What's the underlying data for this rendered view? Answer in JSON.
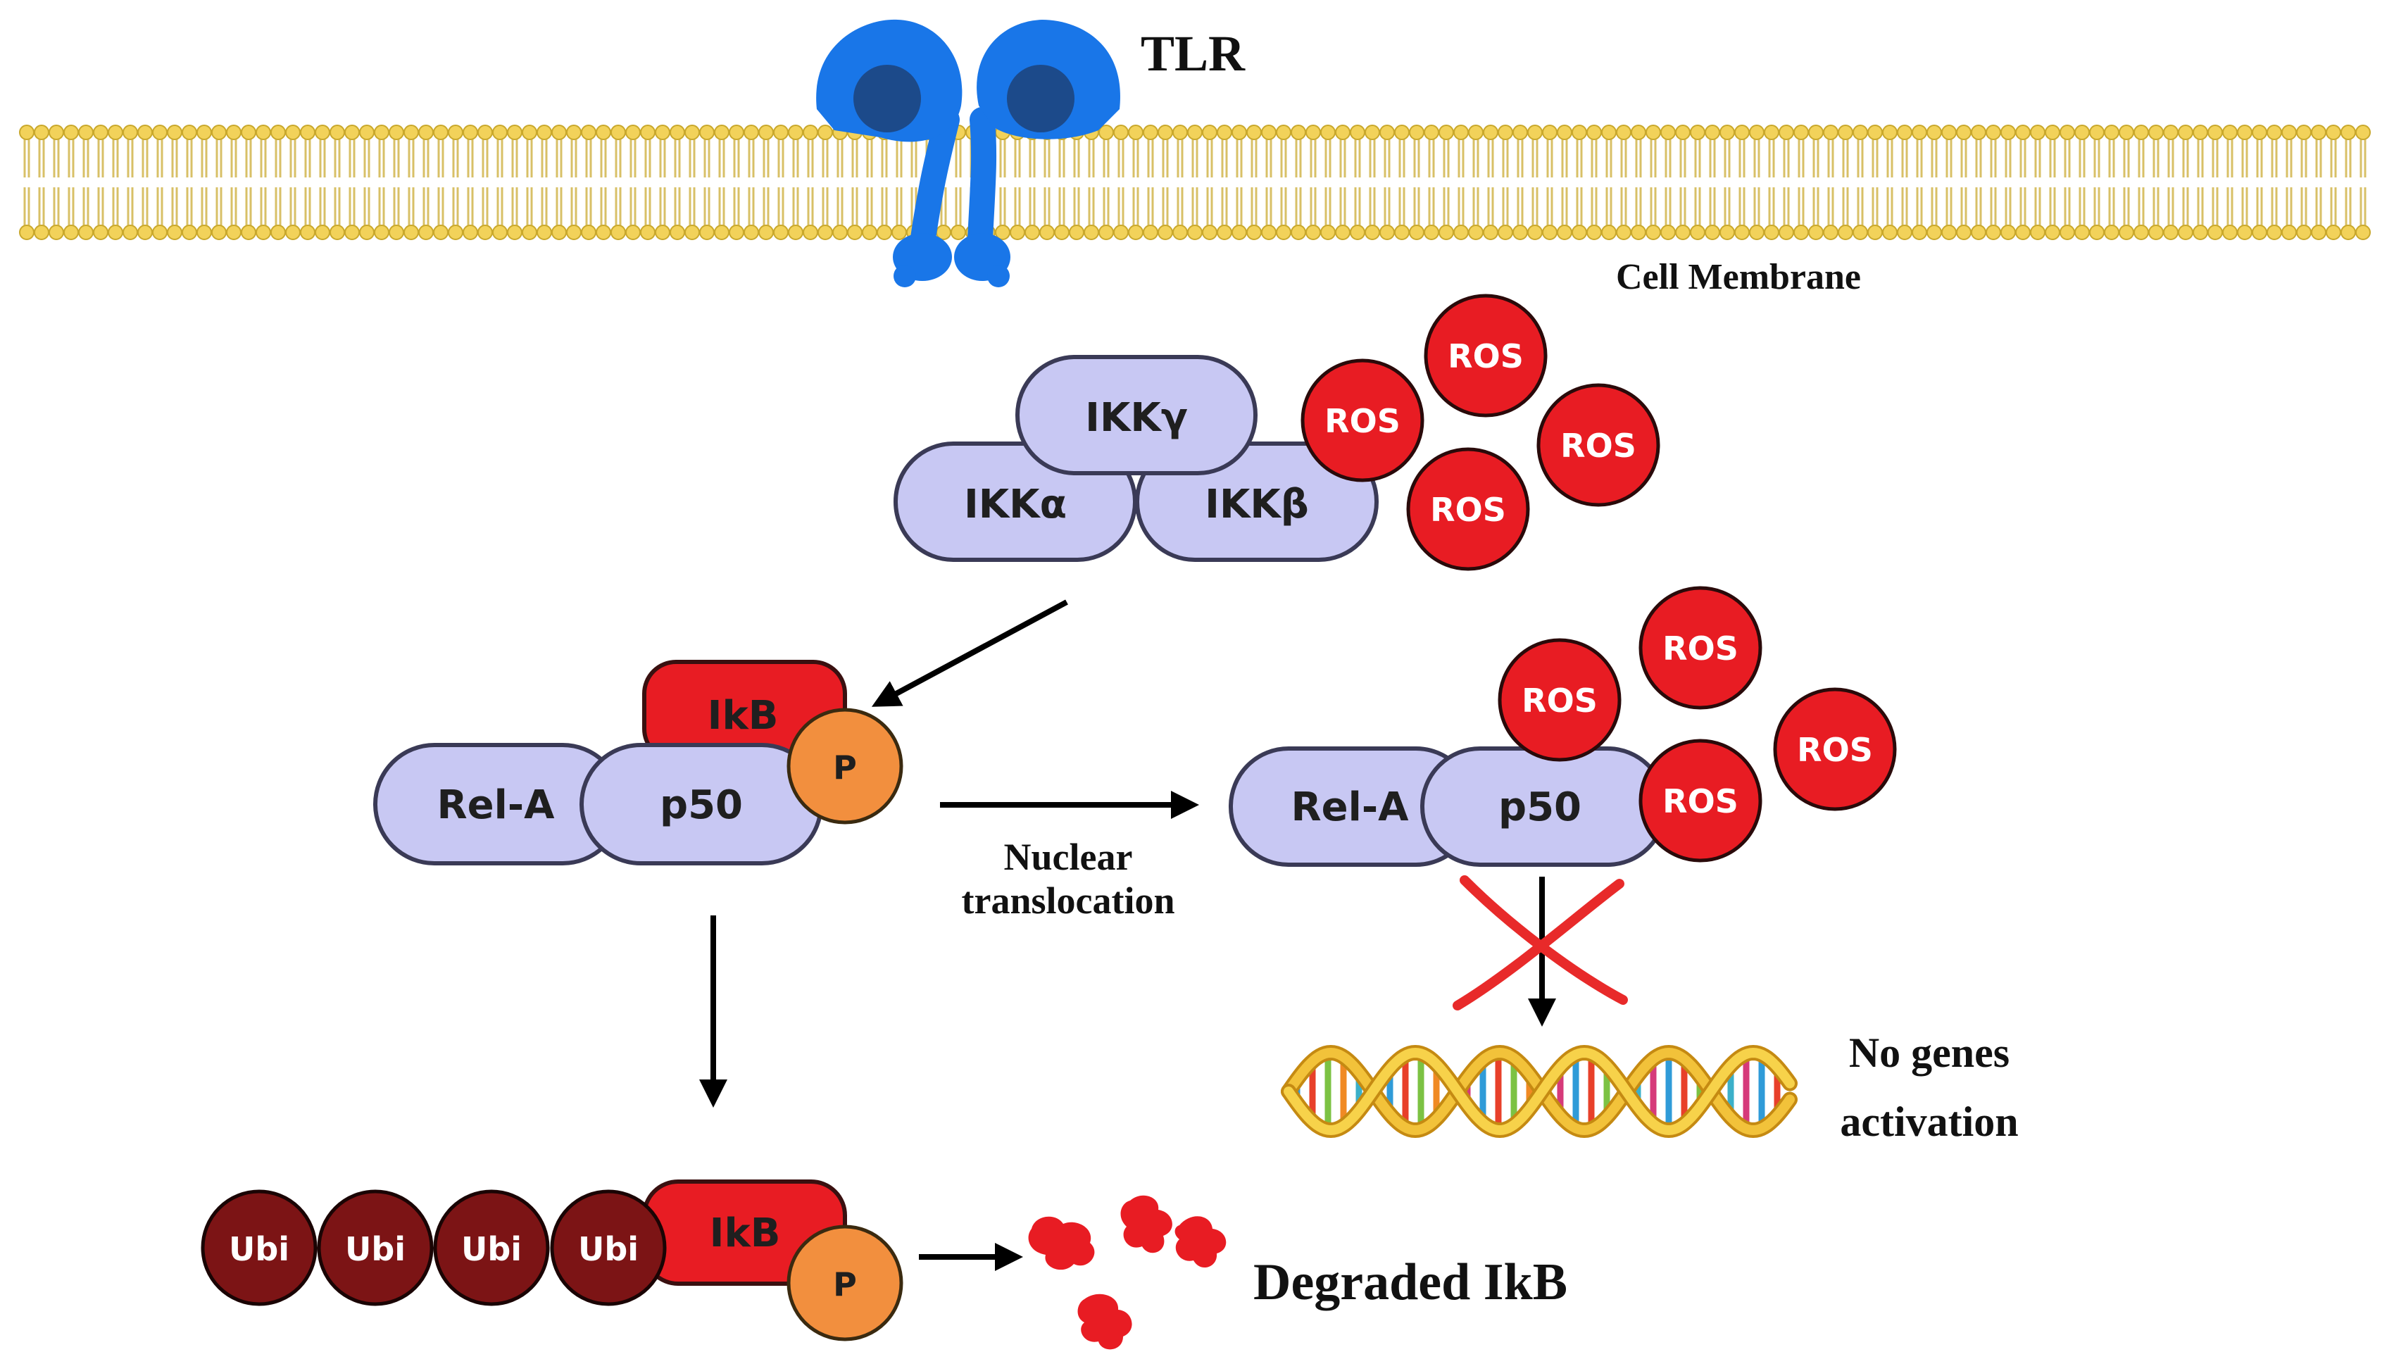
{
  "colors": {
    "membrane_head": "#f2d25a",
    "membrane_head_stroke": "#c9a82c",
    "membrane_tail": "#d8c067",
    "receptor": "#1976e8",
    "receptor_core": "#1c4a8a",
    "protein_fill": "#c8c8f3",
    "protein_stroke": "#3a3a56",
    "ikb_fill": "#e81c23",
    "phospho_fill": "#f28f3e",
    "ros_fill": "#e81c23",
    "ubi_fill": "#7c1415",
    "cross": "#e82a2a",
    "arrow": "#000000"
  },
  "labels": {
    "tlr": "TLR",
    "cell_membrane": "Cell Membrane",
    "ikk_gamma": "IKKγ",
    "ikk_alpha": "IKKα",
    "ikk_beta": "IKKβ",
    "ros": "ROS",
    "ikb": "IkB",
    "phospho": "P",
    "rel_a": "Rel-A",
    "p50": "p50",
    "nuclear_line1": "Nuclear",
    "nuclear_line2": "translocation",
    "no_genes_line1": "No genes",
    "no_genes_line2": "activation",
    "ubi": "Ubi",
    "degraded": "Degraded IkB"
  },
  "icons": [
    "tlr-receptor-icon",
    "dna-helix-icon",
    "cross-icon",
    "degraded-fragments-icon"
  ]
}
